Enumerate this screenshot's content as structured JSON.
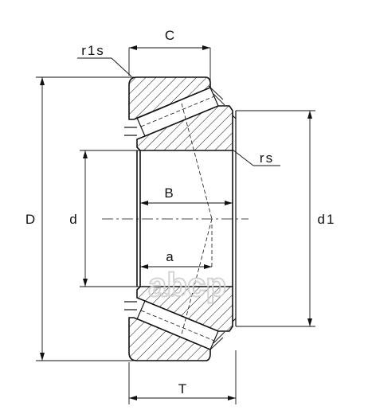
{
  "labels": {
    "C": "C",
    "r1s": "r1s",
    "rs": "rs",
    "D": "D",
    "d": "d",
    "d1": "d1",
    "B": "B",
    "a": "a",
    "T": "T"
  },
  "watermark": "abcp",
  "colors": {
    "line": "#111111",
    "background": "#ffffff",
    "watermark": "#cfcfcf"
  }
}
